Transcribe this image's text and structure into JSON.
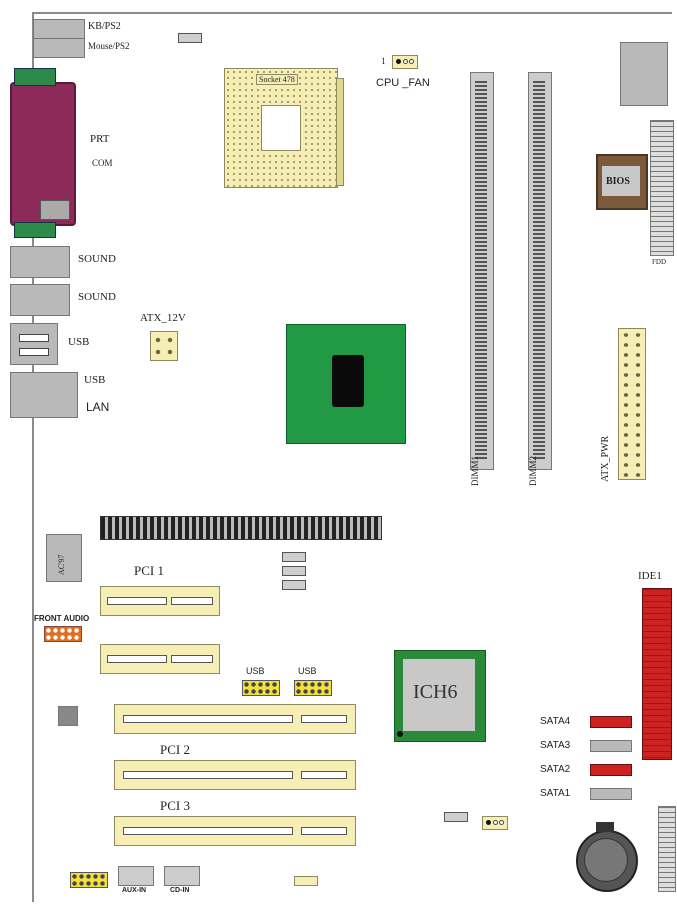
{
  "labels": {
    "kb_ps2": "KB/PS2",
    "mouse_ps2": "Mouse/PS2",
    "prt": "PRT",
    "com": "COM",
    "sound1": "SOUND",
    "sound2": "SOUND",
    "usb1": "USB",
    "usb2": "USB",
    "lan": "LAN",
    "socket": "Socket 478",
    "cpu_fan_pin": "1",
    "cpu_fan": "CPU _FAN",
    "atx_12v": "ATX_12V",
    "dimm1": "DIMM1",
    "dimm2": "DIMM2",
    "bios": "BIOS",
    "floppy": "FDD",
    "atx_pwr": "ATX_PWR",
    "pci1": "PCI  1",
    "pci2": "PCI  2",
    "pci3": "PCI  3",
    "front_audio": "FRONT AUDIO",
    "usb_header1": "USB",
    "usb_header2": "USB",
    "ich6": "ICH6",
    "ide1": "IDE1",
    "sata4": "SATA4",
    "sata3": "SATA3",
    "sata2": "SATA2",
    "sata1": "SATA1",
    "aux_in": "AUX-IN",
    "cd_in": "CD-IN",
    "audio_chip": "AC'97"
  },
  "colors": {
    "board_edge": "#8a8a8a",
    "port_gray": "#b9b9b9",
    "parallel_magenta": "#8c2a5a",
    "socket_yellow": "#f6eeb4",
    "northbridge_green": "#229944",
    "ich6_green": "#2a8a3a",
    "ide_red": "#cc2222",
    "orange_header": "#e07020"
  }
}
